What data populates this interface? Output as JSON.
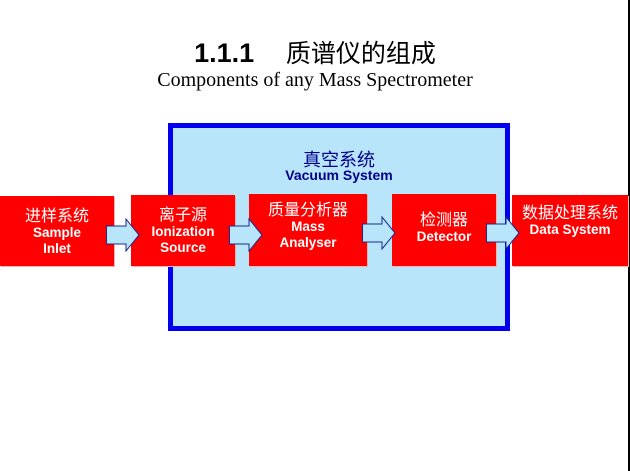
{
  "title": {
    "number": "1.1.1",
    "text": "质谱仪的组成"
  },
  "subtitle": "Components of any Mass Spectrometer",
  "vacuum_system": {
    "zh": "真空系统",
    "en": "Vacuum System"
  },
  "components": [
    {
      "zh": "进样系统",
      "en1": "Sample",
      "en2": "Inlet"
    },
    {
      "zh": "离子源",
      "en1": "Ionization",
      "en2": "Source"
    },
    {
      "zh": "质量分析器",
      "en1": "Mass",
      "en2": "Analyser"
    },
    {
      "zh": "检测器",
      "en1": "Detector",
      "en2": ""
    },
    {
      "zh": "数据处理系统",
      "en1": "Data System",
      "en2": ""
    }
  ],
  "colors": {
    "component": "#ff0000",
    "vacuum_fill": "#b9e5fa",
    "vacuum_border": "#0000ee",
    "arrow_fill": "#b9e5fa",
    "arrow_stroke": "#1a2a8c"
  }
}
